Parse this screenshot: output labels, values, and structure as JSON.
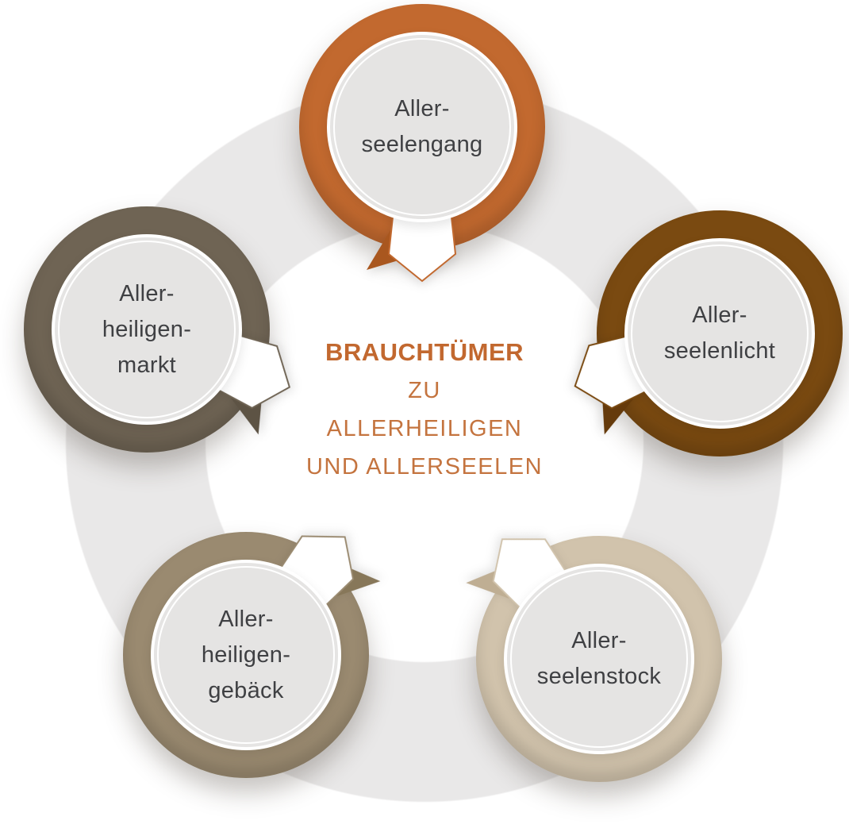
{
  "diagram": {
    "title_lines": [
      "BRAUCHTÜMER",
      "ZU",
      "ALLERHEILIGEN",
      "UND ALLERSEELEN"
    ],
    "accent_bold_color": "#C2682F",
    "accent_light_color": "#C4743F"
  },
  "background": {
    "donut_color": "#E9E8E8",
    "inner_circle_color": "#E5E4E3",
    "label_color": "#3F4043"
  },
  "nodes": [
    {
      "id": "allerseelengang",
      "lines": [
        "Aller-",
        "seelengang"
      ],
      "ring_color": "#C2692F",
      "wedge_color": "#A9571F"
    },
    {
      "id": "allerseelenlicht",
      "lines": [
        "Aller-",
        "seelenlicht"
      ],
      "ring_color": "#7A4A11",
      "wedge_color": "#653A0B"
    },
    {
      "id": "allerseelenstock",
      "lines": [
        "Aller-",
        "seelenstock"
      ],
      "ring_color": "#D1C3AC",
      "wedge_color": "#BFAE93"
    },
    {
      "id": "allerheiligengebaeck",
      "lines": [
        "Aller-",
        "heiligen-",
        "gebäck"
      ],
      "ring_color": "#9A8A70",
      "wedge_color": "#877759"
    },
    {
      "id": "allerheiligenmarkt",
      "lines": [
        "Aller-",
        "heiligen-",
        "markt"
      ],
      "ring_color": "#6F6454",
      "wedge_color": "#5D5344"
    }
  ]
}
